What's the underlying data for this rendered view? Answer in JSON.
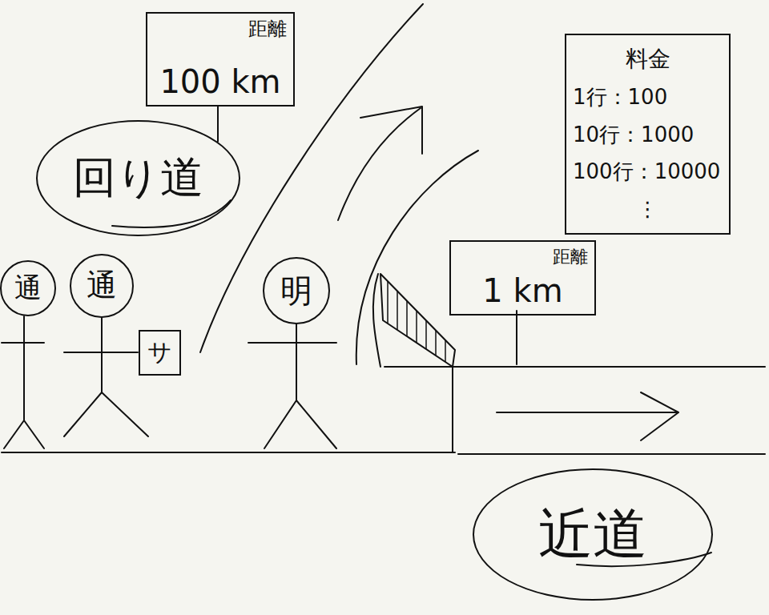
{
  "diagram": {
    "nodes": [
      {
        "text": [
          "距離",
          "100 km"
        ]
      },
      {
        "text": [
          "回り道"
        ]
      },
      {
        "text": [
          "料金",
          "1行：100",
          "10行：1000",
          "100行：10000",
          "⋮"
        ]
      },
      {
        "text": [
          "通"
        ]
      },
      {
        "text": [
          "通"
        ]
      },
      {
        "text": [
          "サ"
        ]
      },
      {
        "text": [
          "明"
        ]
      },
      {
        "text": [
          "距離",
          "1 km"
        ]
      },
      {
        "text": [
          "近道"
        ]
      }
    ],
    "edges": [
      {
        "from": 0,
        "to": 1,
        "arrow": "none"
      }
    ]
  }
}
